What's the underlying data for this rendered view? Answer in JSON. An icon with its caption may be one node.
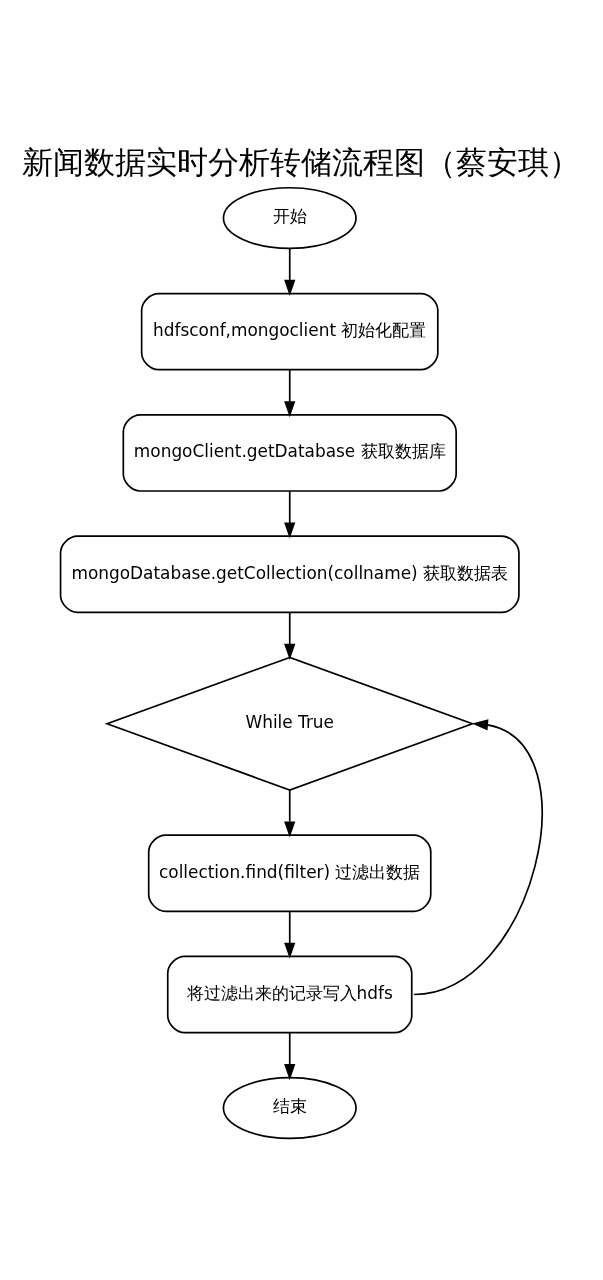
{
  "diagram": {
    "title": "新闻数据实时分析转储流程图（蔡安琪）",
    "nodes": [
      {
        "text": [
          "开始"
        ]
      },
      {
        "text": [
          "hdfsconf,mongoclient 初始化配置"
        ]
      },
      {
        "text": [
          "mongoClient.getDatabase 获取数据库"
        ]
      },
      {
        "text": [
          "mongoDatabase.getCollection(collname) 获取数据表"
        ]
      },
      {
        "text": [
          "While True"
        ]
      },
      {
        "text": [
          "collection.find(filter) 过滤出数据"
        ]
      },
      {
        "text": [
          "将过滤出来的记录写入hdfs"
        ]
      },
      {
        "text": [
          "结束"
        ]
      }
    ],
    "edges": [
      {
        "from": 0,
        "to": 1,
        "arrow": "to"
      },
      {
        "from": 1,
        "to": 2,
        "arrow": "to"
      },
      {
        "from": 2,
        "to": 3,
        "arrow": "to"
      },
      {
        "from": 3,
        "to": 4,
        "arrow": "to"
      },
      {
        "from": 4,
        "to": 5,
        "arrow": "to"
      },
      {
        "from": 5,
        "to": 6,
        "arrow": "to"
      },
      {
        "from": 6,
        "to": 4,
        "arrow": "to"
      },
      {
        "from": 6,
        "to": 7,
        "arrow": "to"
      }
    ]
  }
}
